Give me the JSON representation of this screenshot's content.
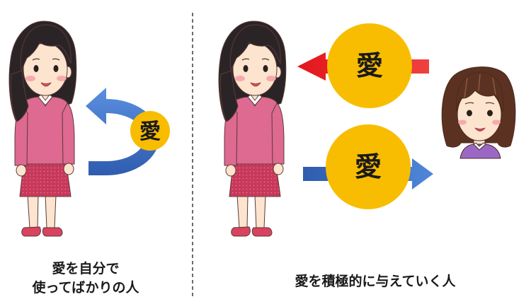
{
  "left_panel": {
    "love_circle_label": "愛",
    "caption_line_1": "愛を自分で",
    "caption_line_2": "使ってばかりの人"
  },
  "right_panel": {
    "incoming_love_label": "愛",
    "outgoing_love_label": "愛",
    "caption": "愛を積極的に与えていく人"
  },
  "colors": {
    "background": "#ffffff",
    "love_circle": "#f8bd00",
    "blue_arrow": "#2f5cae",
    "red_arrow": "#e3161d",
    "sweater": "#de6991",
    "skirt": "#c8385a",
    "shirt": "#9a68c4",
    "divider": "#3a3a3a"
  }
}
